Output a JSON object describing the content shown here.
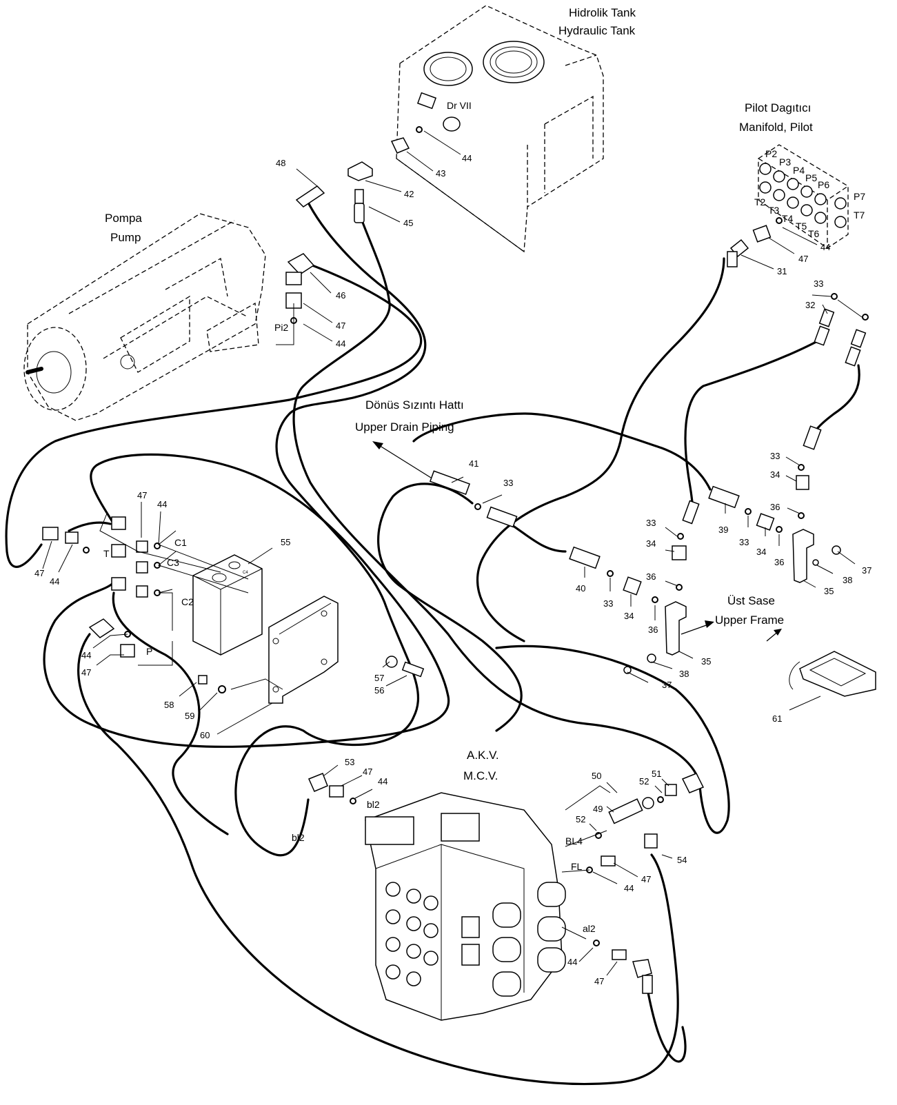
{
  "titles": {
    "hydraulic_tank_tr": "Hidrolik Tank",
    "hydraulic_tank_en": "Hydraulic Tank",
    "pilot_manifold_tr": "Pilot Dagıtıcı",
    "pilot_manifold_en": "Manifold, Pilot",
    "pump_tr": "Pompa",
    "pump_en": "Pump",
    "drain_tr": "Dönüs Sızıntı Hattı",
    "drain_en": "Upper Drain Piping",
    "frame_tr": "Üst Sase",
    "frame_en": "Upper Frame",
    "mcv_tr": "A.K.V.",
    "mcv_en": "M.C.V."
  },
  "ports": {
    "dr": "Dr VII",
    "pi2": "Pi2",
    "t": "T",
    "p": "P",
    "c1": "C1",
    "c2": "C2",
    "c3": "C3",
    "c4": "C4",
    "bl2a": "bl2",
    "bl2b": "bl2",
    "bl4": "BL4",
    "fl": "FL",
    "al2": "al2",
    "p2": "P2",
    "p3": "P3",
    "p4": "P4",
    "p5": "P5",
    "p6": "P6",
    "p7": "P7",
    "t2": "T2",
    "t3": "T3",
    "t4": "T4",
    "t5": "T5",
    "t6": "T6",
    "t7": "T7"
  },
  "part_numbers": {
    "n44_tank": "44",
    "n43": "43",
    "n42": "42",
    "n48": "48",
    "n45": "45",
    "n46": "46",
    "n47_pump": "47",
    "n44_pump": "44",
    "n44_man": "44",
    "n47_man": "47",
    "n31": "31",
    "n33_top": "33",
    "n32": "32",
    "n41": "41",
    "n33_drain": "33",
    "n33_r1": "33",
    "n34_r1": "34",
    "n36_r1": "36",
    "n39": "39",
    "n33_r2": "33",
    "n34_r2": "34",
    "n36_r2": "36",
    "n37_r": "37",
    "n38_r": "38",
    "n35_r": "35",
    "n33_c1": "33",
    "n34_c1": "34",
    "n36_c1": "36",
    "n40": "40",
    "n33_c2": "33",
    "n34_c2": "34",
    "n36_c2": "36",
    "n35_c": "35",
    "n38_c": "38",
    "n37_c": "37",
    "n61": "61",
    "n47_l1": "47",
    "n44_l1": "44",
    "n47_top": "47",
    "n44_top": "44",
    "n55": "55",
    "n44_lp": "44",
    "n47_lp": "47",
    "n57": "57",
    "n56": "56",
    "n58": "58",
    "n59": "59",
    "n60": "60",
    "n53": "53",
    "n47_bl": "47",
    "n44_bl": "44",
    "n50": "50",
    "n51": "51",
    "n52_a": "52",
    "n49": "49",
    "n52_b": "52",
    "n54": "54",
    "n47_fl": "47",
    "n44_fl": "44",
    "n44_al": "44",
    "n47_al": "47"
  }
}
